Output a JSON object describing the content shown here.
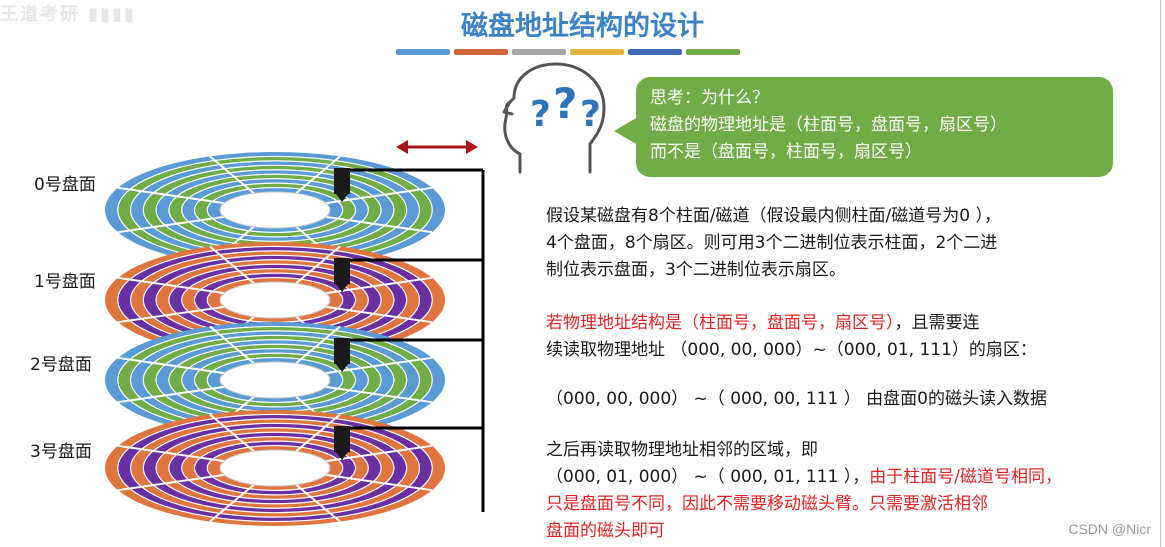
{
  "watermark": "王道考研 ▮▮▮▮",
  "title": "磁盘地址结构的设计",
  "title_strip_colors": [
    "#5b9bd5",
    "#d0673b",
    "#a5a5a5",
    "#e6b43c",
    "#3e6cb4",
    "#70ad47"
  ],
  "disk_labels": [
    "0号盘面",
    "1号盘面",
    "2号盘面",
    "3号盘面"
  ],
  "disk_color_schemes": [
    {
      "outer": "#5b9bd5",
      "inner": "#70ad47"
    },
    {
      "outer": "#e0763f",
      "inner": "#6a2fa0"
    },
    {
      "outer": "#5b9bd5",
      "inner": "#70ad47"
    },
    {
      "outer": "#e0763f",
      "inner": "#6a2fa0"
    }
  ],
  "arm_color": "#000000",
  "arrow_color": "#a8161c",
  "bubble": {
    "line1": "思考：为什么？",
    "line2": "磁盘的物理地址是（柱面号，盘面号，扇区号）",
    "line3": "而不是（盘面号，柱面号，扇区号）",
    "color": "#70ad47"
  },
  "para1": {
    "line1": "假设某磁盘有8个柱面/磁道（假设最内侧柱面/磁道号为0 ），",
    "line2": "4个盘面，8个扇区。则可用3个二进制位表示柱面，2个二进",
    "line3": "制位表示盘面，3个二进制位表示扇区。"
  },
  "para2": {
    "line1_red": "若物理地址结构是（柱面号，盘面号，扇区号）",
    "line1_rest": "，且需要连",
    "line2": "续读取物理地址 （000, 00, 000）~（000, 01, 111）的扇区："
  },
  "para3": "（000, 00, 000） ~（ 000, 00, 111 ） 由盘面0的磁头读入数据",
  "para4": {
    "line1": "之后再读取物理地址相邻的区域，即",
    "line2_black": "（000, 01, 000） ~（ 000, 01, 111 ），",
    "line2_red": "由于柱面号/磁道号相同，",
    "line3_red": "只是盘面号不同，因此不需要移动磁头臂。只需要激活相邻",
    "line4_red": "盘面的磁头即可"
  },
  "csdn_watermark": "CSDN @Nicr",
  "icons": [
    "thinking-head-icon",
    "question-marks-icon",
    "double-arrow-icon",
    "read-head-icon"
  ]
}
